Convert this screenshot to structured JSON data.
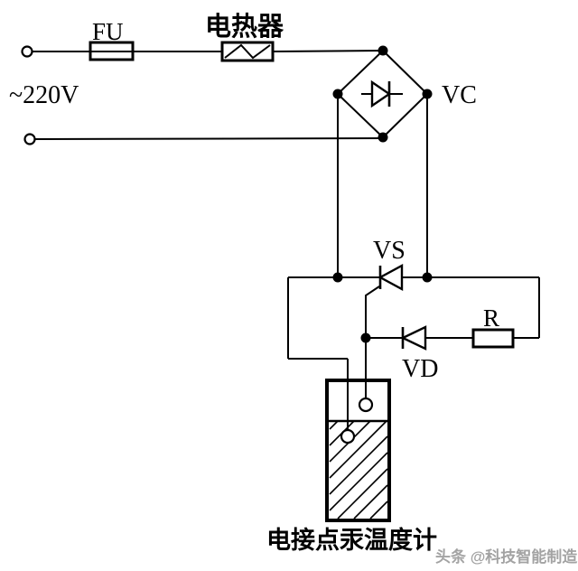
{
  "diagram": {
    "type": "circuit-schematic",
    "background_color": "#ffffff",
    "line_color": "#000000",
    "watermark_color": "#a3a3a3",
    "labels": {
      "supply": "~220V",
      "fuse": "FU",
      "heater": "电热器",
      "rectifier": "VC",
      "thyristor": "VS",
      "diode": "VD",
      "resistor": "R",
      "thermometer": "电接点汞温度计"
    },
    "watermark": {
      "text": "头条 @科技智能制造"
    }
  }
}
